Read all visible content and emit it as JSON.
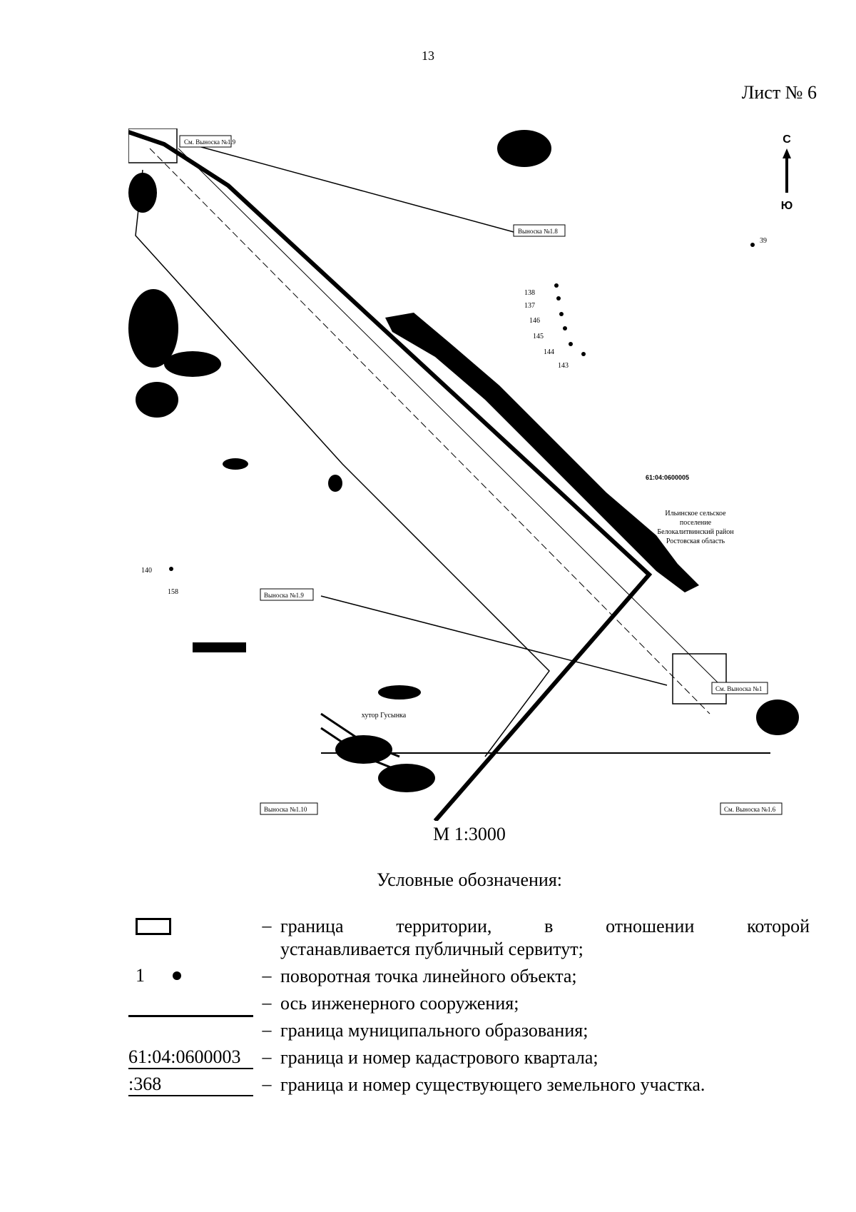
{
  "page": {
    "number": "13",
    "sheet_label": "Лист № 6",
    "scale": "М 1:3000"
  },
  "map": {
    "north_label": "С",
    "south_label": "Ю",
    "inset_labels": [
      "См. Выноска №1.9",
      "Выноска №1.8",
      "Выноска №1.9",
      "См. Выноска №1",
      "Выноска №1.10",
      "См. Выноска №1.6"
    ],
    "cadastral_quarter": "61:04:0600005",
    "municipality_lines": [
      "Ильинское сельское",
      "поселение",
      "Белокалитвинский район",
      "Ростовская область"
    ],
    "settlement": "хутор Гусынка",
    "point_labels": [
      "138",
      "137",
      "146",
      "145",
      "144",
      "143",
      "39",
      "140",
      "158"
    ],
    "scan_color": "#000000"
  },
  "legend": {
    "title": "Условные обозначения:",
    "items": [
      {
        "symbol": "rect",
        "dash": "–",
        "text": "граница территории, в отношении которой",
        "text2": "устанавливается публичный сервитут;"
      },
      {
        "symbol": "point",
        "symbol_text": "1",
        "dash": "–",
        "text": "поворотная точка линейного объекта;"
      },
      {
        "symbol": "none",
        "dash": "–",
        "text": "ось инженерного сооружения;"
      },
      {
        "symbol": "line",
        "dash": "–",
        "text": "граница муниципального образования;"
      },
      {
        "symbol": "cadastral",
        "symbol_text": "61:04:0600003",
        "dash": "–",
        "text": "граница и номер кадастрового квартала;"
      },
      {
        "symbol": "parcel",
        "symbol_text": ":368",
        "dash": "–",
        "text": "граница и номер существующего земельного участка."
      }
    ]
  }
}
